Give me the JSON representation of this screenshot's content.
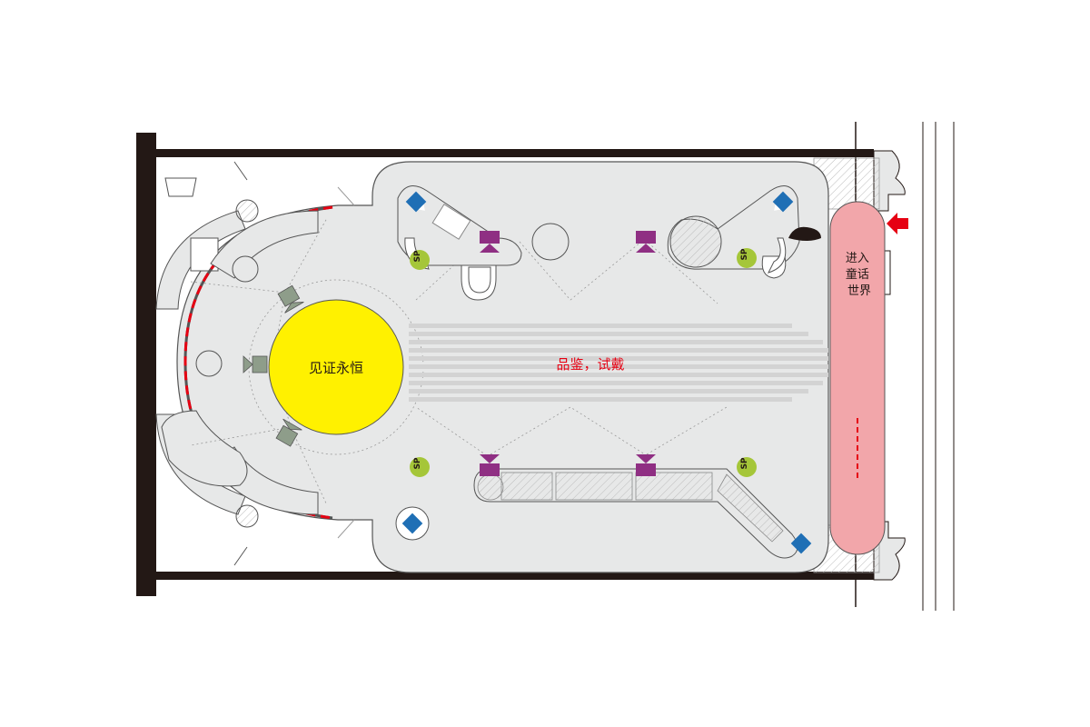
{
  "zones": {
    "center_circle_label": "见证永恒",
    "tasting_label": "品鉴，试戴",
    "entry_label_lines": [
      "进入",
      "童话",
      "世界"
    ]
  },
  "badges": {
    "sp_label": "SP"
  },
  "colors": {
    "floor": "#e7e8e8",
    "wall": "#231815",
    "center_circle": "#fff100",
    "entry_strip": "#f2a6aa",
    "display_case": "#8f2f83",
    "camera": "#1f6fb5",
    "speaker_badge": "#a5c639",
    "vip_box": "#8e9d8a",
    "label_red": "#e60012",
    "entry_arrow": "#e60012"
  }
}
